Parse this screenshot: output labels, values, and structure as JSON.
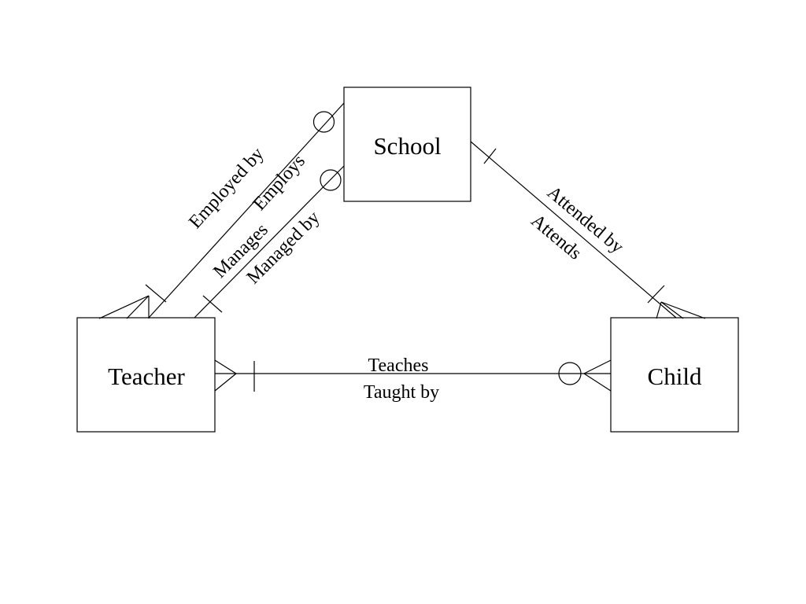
{
  "entities": {
    "school": "School",
    "teacher": "Teacher",
    "child": "Child"
  },
  "relationships": {
    "employed_by": "Employed by",
    "employs": "Employs",
    "manages": "Manages",
    "managed_by": "Managed by",
    "attended_by": "Attended by",
    "attends": "Attends",
    "teaches": "Teaches",
    "taught_by": "Taught by"
  }
}
